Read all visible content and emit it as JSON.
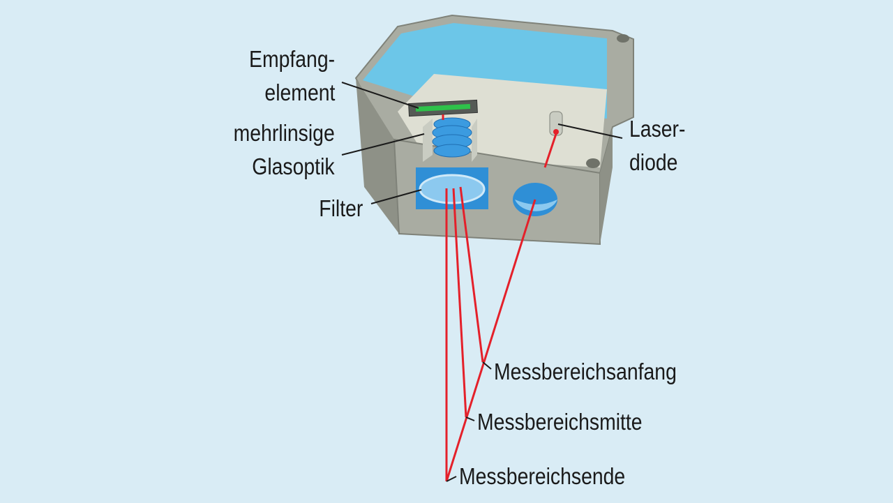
{
  "labels": {
    "empfang_line1": "Empfang-",
    "empfang_line2": "element",
    "glasoptik_line1": "mehrlinsige",
    "glasoptik_line2": "Glasoptik",
    "filter": "Filter",
    "laser_line1": "Laser-",
    "laser_line2": "diode",
    "anfang": "Messbereichsanfang",
    "mitte": "Messbereichsmitte",
    "ende": "Messbereichsende"
  },
  "colors": {
    "background": "#d9ecf5",
    "housing": "#a9aca2",
    "housing_dark": "#8e9187",
    "window_blue": "#2f8fd6",
    "lid_blue": "#6cc6e8",
    "laser_beam": "#e4202a",
    "sensor_green": "#2ec24a"
  }
}
